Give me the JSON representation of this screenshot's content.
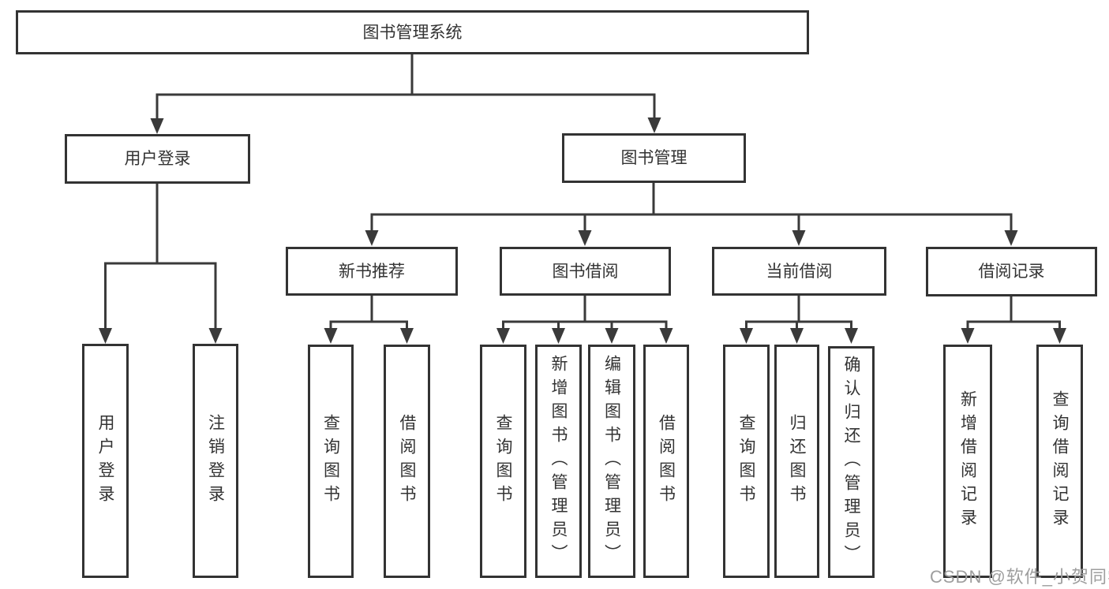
{
  "diagram": {
    "root": {
      "label": "图书管理系统"
    },
    "branches": [
      {
        "label": "用户登录",
        "children": [
          {
            "label": "用户登录"
          },
          {
            "label": "注销登录"
          }
        ]
      },
      {
        "label": "图书管理",
        "children": [
          {
            "label": "新书推荐",
            "children": [
              {
                "label": "查询图书"
              },
              {
                "label": "借阅图书"
              }
            ]
          },
          {
            "label": "图书借阅",
            "children": [
              {
                "label": "查询图书"
              },
              {
                "label": "新增图书（管理员）"
              },
              {
                "label": "编辑图书（管理员）"
              },
              {
                "label": "借阅图书"
              }
            ]
          },
          {
            "label": "当前借阅",
            "children": [
              {
                "label": "查询图书"
              },
              {
                "label": "归还图书"
              },
              {
                "label": "确认归还（管理员）"
              }
            ]
          },
          {
            "label": "借阅记录",
            "children": [
              {
                "label": "新增借阅记录"
              },
              {
                "label": "查询借阅记录"
              }
            ]
          }
        ]
      }
    ]
  },
  "watermark": {
    "text": "CSDN @软件_小贺同学"
  },
  "colors": {
    "line": "#3a3a3a",
    "box_border": "#333333",
    "box_background": "#ffffff",
    "text": "#333333",
    "watermark": "#9e9e9e",
    "page_background": "#ffffff"
  }
}
